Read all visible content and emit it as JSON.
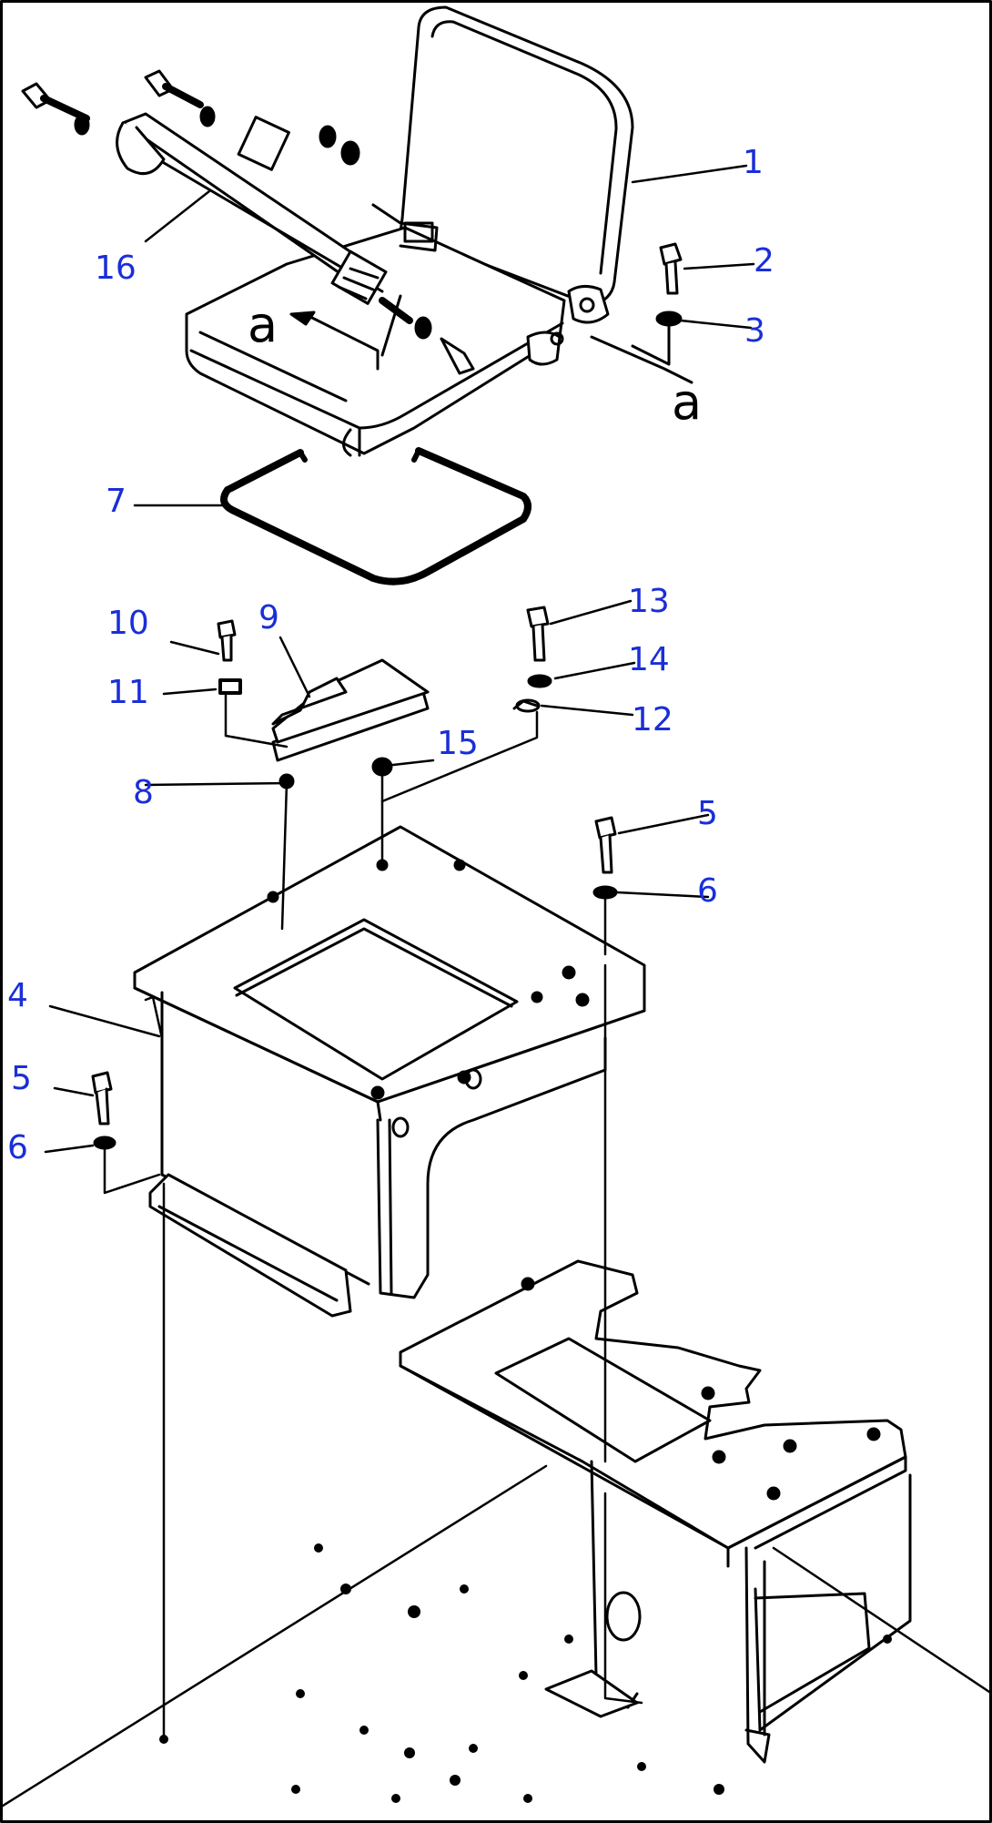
{
  "callouts": {
    "c1": "1",
    "c2": "2",
    "c3": "3",
    "c4": "4",
    "c5a": "5",
    "c5b": "5",
    "c6a": "6",
    "c6b": "6",
    "c7": "7",
    "c8": "8",
    "c9": "9",
    "c10": "10",
    "c11": "11",
    "c12": "12",
    "c13": "13",
    "c14": "14",
    "c15": "15",
    "c16": "16"
  },
  "view_markers": {
    "left": "a",
    "right": "a"
  },
  "colors": {
    "callout": "#1a2ed8",
    "line": "#000000",
    "border": "#000000",
    "background": "#ffffff"
  }
}
